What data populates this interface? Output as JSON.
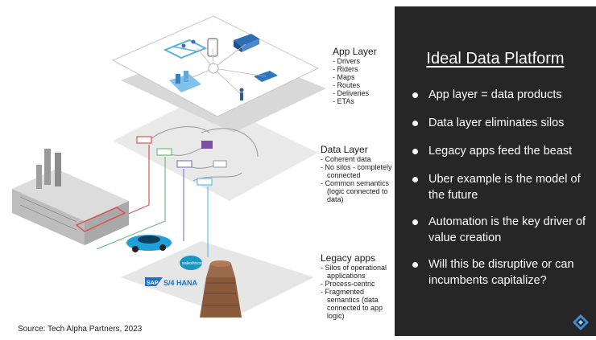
{
  "diagram": {
    "app_layer": {
      "title": "App Layer",
      "items": [
        "Drivers",
        "Riders",
        "Maps",
        "Routes",
        "Deliveries",
        "ETAs"
      ]
    },
    "data_layer": {
      "title": "Data Layer",
      "items": [
        "Coherent data",
        "No silos - completely connected",
        "Common semantics (logic connected to data)"
      ]
    },
    "legacy_layer": {
      "title": "Legacy apps",
      "items": [
        "Silos of operational applications",
        "Process-centric",
        "Fragmented semantics (data connected to app logic)"
      ]
    },
    "vendor_logos": {
      "sap": "SAP",
      "sap_product": "S/4 HANA",
      "salesforce": "salesforce"
    }
  },
  "source": "Source: Tech Alpha Partners, 2023",
  "panel": {
    "title": "Ideal Data Platform",
    "bullets": [
      "App layer = data products",
      "Data layer eliminates silos",
      "Legacy apps feed the beast",
      "Uber example is the model of the future",
      "Automation is the key driver of value creation",
      "Will this be disruptive or can incumbents capitalize?"
    ]
  },
  "colors": {
    "panel_bg": "#262626",
    "red_line": "#d9534f",
    "green_line": "#6cc07a",
    "purple_line": "#8a7cc4",
    "teal_line": "#5bc0de",
    "sap_blue": "#1a73c9",
    "salesforce_blue": "#1798c1"
  }
}
